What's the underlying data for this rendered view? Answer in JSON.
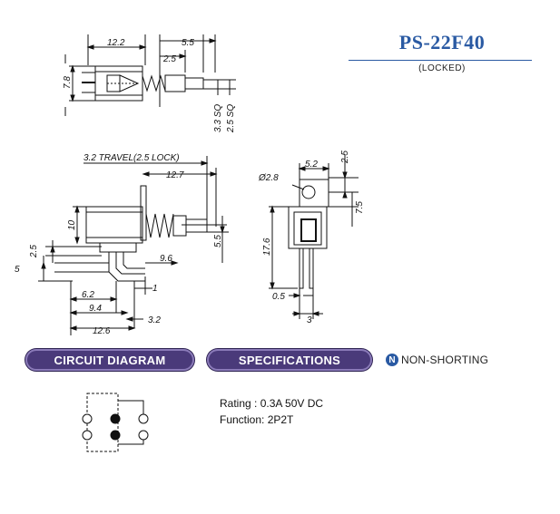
{
  "header": {
    "model": "PS-22F40",
    "variant": "(LOCKED)"
  },
  "top_view": {
    "dims": {
      "body_length": "12.2",
      "plunger_length": "5.5",
      "plunger_step": "2.5",
      "height": "7.8",
      "square_outer": "3.3 SQ",
      "square_inner": "2.5 SQ"
    }
  },
  "side_view": {
    "dims": {
      "travel": "3.2 TRAVEL(2.5 LOCK)",
      "frame_offset": "12.7",
      "height": "10",
      "plunger_height": "5.5",
      "pin_offset": "2.5",
      "pin_spacing": "5",
      "pin_length": "9.6",
      "bend_width": "1",
      "bend_offset": "6.2",
      "base_width": "9.4",
      "overall_width": "12.6",
      "tail": "3.2"
    }
  },
  "front_view": {
    "dims": {
      "hole_dia": "Ø2.8",
      "hole_offset": "5.2",
      "top_offset": "2.5",
      "hole_height": "7.5",
      "overall_height": "17.6",
      "pin_thickness": "0.5",
      "pin_pitch": "3"
    }
  },
  "sections": {
    "circuit_label": "CIRCUIT DIAGRAM",
    "spec_label": "SPECIFICATIONS",
    "shorting_icon": "N",
    "shorting_label": "NON-SHORTING"
  },
  "specs": {
    "rating": "Rating : 0.3A 50V DC",
    "function": "Function: 2P2T"
  },
  "colors": {
    "title_blue": "#2a5aa3",
    "pill_purple": "#4a3a7a",
    "line": "#111111"
  }
}
